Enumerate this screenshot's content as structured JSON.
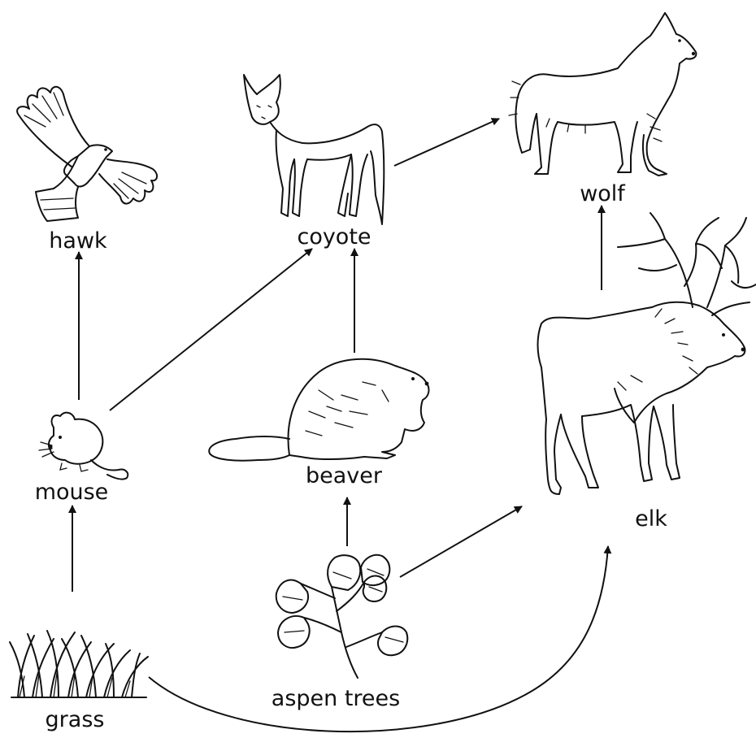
{
  "diagram": {
    "nodes": [
      {
        "id": "hawk",
        "label": "hawk"
      },
      {
        "id": "coyote",
        "label": "coyote"
      },
      {
        "id": "wolf",
        "label": "wolf"
      },
      {
        "id": "mouse",
        "label": "mouse"
      },
      {
        "id": "beaver",
        "label": "beaver"
      },
      {
        "id": "elk",
        "label": "elk"
      },
      {
        "id": "aspen",
        "label": "aspen trees"
      },
      {
        "id": "grass",
        "label": "grass"
      }
    ],
    "edges": [
      {
        "from": "mouse",
        "to": "hawk"
      },
      {
        "from": "mouse",
        "to": "coyote"
      },
      {
        "from": "beaver",
        "to": "coyote"
      },
      {
        "from": "coyote",
        "to": "wolf"
      },
      {
        "from": "elk",
        "to": "wolf"
      },
      {
        "from": "grass",
        "to": "mouse"
      },
      {
        "from": "aspen",
        "to": "beaver"
      },
      {
        "from": "aspen",
        "to": "elk"
      },
      {
        "from": "grass",
        "to": "elk"
      }
    ],
    "colors": {
      "ink": "#111111",
      "background": "#ffffff"
    }
  }
}
